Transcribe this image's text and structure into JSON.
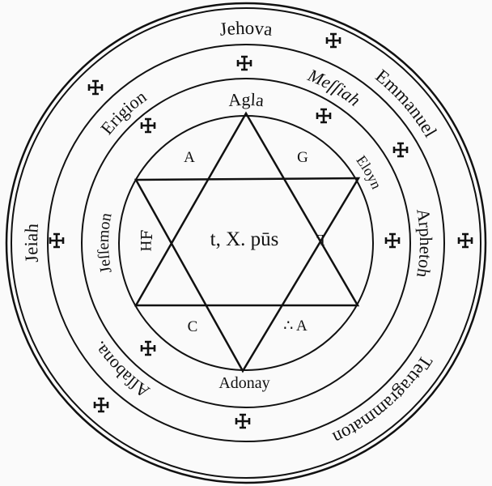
{
  "seal": {
    "outer_ring": {
      "names": [
        "Jehova",
        "Emmanuel",
        "Tetragrammaton",
        "Jeiah"
      ]
    },
    "middle_ring": {
      "names": [
        "Erigion",
        "Meſſiah",
        "Arphetoh",
        "Aſſabona."
      ]
    },
    "inner_ring": {
      "names": [
        "Agla",
        "Eloyn",
        "Jeſſemon"
      ],
      "bottom": "Adonay"
    },
    "hexagram": {
      "points": [
        "A",
        "G",
        "L",
        "∴ A",
        "C",
        "ℲH"
      ],
      "center": "t, X. pūs"
    },
    "ink_color": "#111111",
    "paper_color": "#fafafa",
    "symbol": "cross-potent-icon"
  }
}
